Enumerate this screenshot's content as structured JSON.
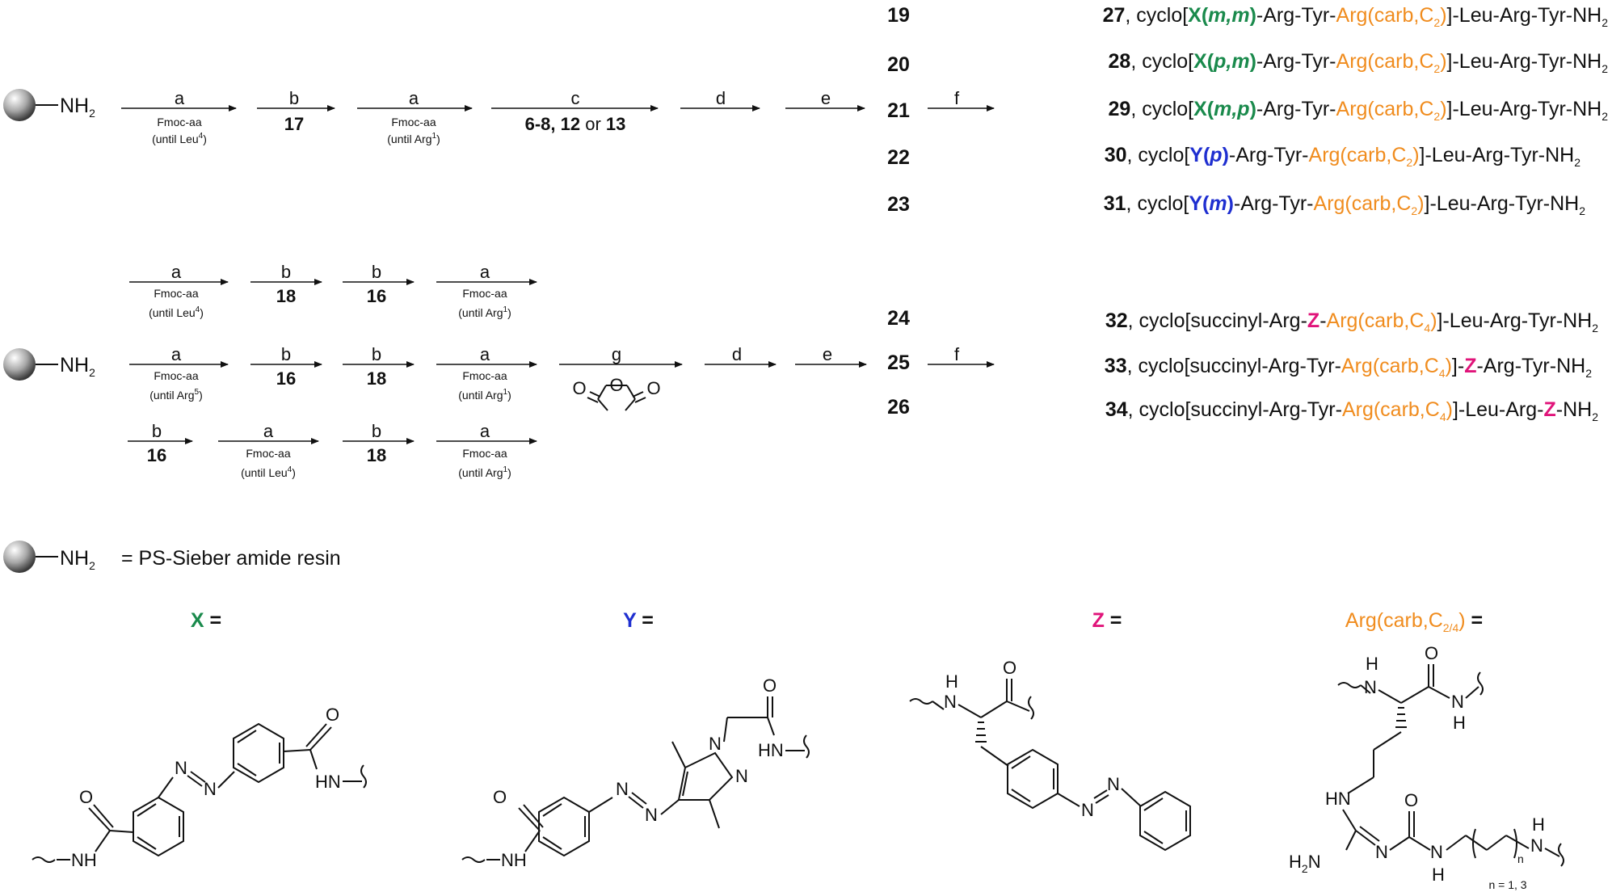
{
  "colors": {
    "green": "#1a8a4c",
    "blue": "#1f2fd0",
    "magenta": "#e0147a",
    "orange": "#f08c1e",
    "black": "#111111"
  },
  "resin": {
    "nh2": "NH",
    "nh2_sub": "2",
    "legend": "= PS-Sieber amide resin"
  },
  "top_row": {
    "arrows": [
      {
        "top": "a",
        "bottom": "Fmoc-aa",
        "note": "(until Leu",
        "note_sup": "4",
        "note_end": ")"
      },
      {
        "top": "b",
        "bottom": "17"
      },
      {
        "top": "a",
        "bottom": "Fmoc-aa",
        "note": "(until Arg",
        "note_sup": "1",
        "note_end": ")"
      },
      {
        "top": "c",
        "b1": "6-8, 12",
        "b2": " or ",
        "b3": "13"
      },
      {
        "top": "d"
      },
      {
        "top": "e"
      },
      {
        "top": "f"
      }
    ],
    "intermediates": [
      "19",
      "20",
      "21",
      "22",
      "23"
    ],
    "products": [
      {
        "num": "27",
        "mod": "X(",
        "mod_it": "m,m",
        "mod_end": ")"
      },
      {
        "num": "28",
        "mod": "X(",
        "mod_it": "p,m",
        "mod_end": ")"
      },
      {
        "num": "29",
        "mod": "X(",
        "mod_it": "m,p",
        "mod_end": ")"
      },
      {
        "num": "30",
        "mod": "Y(",
        "mod_it": "p",
        "mod_end": ")"
      },
      {
        "num": "31",
        "mod": "Y(",
        "mod_it": "m",
        "mod_end": ")"
      }
    ]
  },
  "bottom_rows": {
    "row1": [
      {
        "top": "a",
        "bottom": "Fmoc-aa",
        "note": "(until Leu",
        "note_sup": "4",
        "note_end": ")"
      },
      {
        "top": "b",
        "bottom": "18"
      },
      {
        "top": "b",
        "bottom": "16"
      },
      {
        "top": "a",
        "bottom": "Fmoc-aa",
        "note": "(until Arg",
        "note_sup": "1",
        "note_end": ")"
      }
    ],
    "row2": [
      {
        "top": "a",
        "bottom": "Fmoc-aa",
        "note": "(until Arg",
        "note_sup": "5",
        "note_end": ")"
      },
      {
        "top": "b",
        "bottom": "16"
      },
      {
        "top": "b",
        "bottom": "18"
      },
      {
        "top": "a",
        "bottom": "Fmoc-aa",
        "note": "(until Arg",
        "note_sup": "1",
        "note_end": ")"
      },
      {
        "top": "g"
      },
      {
        "top": "d"
      },
      {
        "top": "e"
      },
      {
        "top": "f"
      }
    ],
    "row3": [
      {
        "top": "b",
        "bottom": "16"
      },
      {
        "top": "a",
        "bottom": "Fmoc-aa",
        "note": "(until Leu",
        "note_sup": "4",
        "note_end": ")"
      },
      {
        "top": "b",
        "bottom": "18"
      },
      {
        "top": "a",
        "bottom": "Fmoc-aa",
        "note": "(until Arg",
        "note_sup": "1",
        "note_end": ")"
      }
    ],
    "intermediates": [
      "24",
      "25",
      "26"
    ],
    "products": [
      {
        "num": "32",
        "p1": ", cyclo[succinyl-Arg-",
        "z": "Z",
        "p2": "-",
        "arg": "Arg(carb,C",
        "arg_sub": "4",
        "arg_end": ")",
        "p3": "]-Leu-Arg-Tyr-NH",
        "p3_sub": "2"
      },
      {
        "num": "33",
        "p1": ", cyclo[succinyl-Arg-Tyr-",
        "arg": "Arg(carb,C",
        "arg_sub": "4",
        "arg_end": ")",
        "p2": "]-",
        "z": "Z",
        "p3": "-Arg-Tyr-NH",
        "p3_sub": "2"
      },
      {
        "num": "34",
        "p1": ", cyclo[succinyl-Arg-Tyr-",
        "arg": "Arg(carb,C",
        "arg_sub": "4",
        "arg_end": ")",
        "p2": "]-Leu-Arg-",
        "z": "Z",
        "p3": "-NH",
        "p3_sub": "2"
      }
    ]
  },
  "sequence_parts": {
    "cyclo": ", cyclo[",
    "mid": "-Arg-Tyr-",
    "arg": "Arg(carb,C",
    "arg_sub": "2",
    "arg_end": ")",
    "tail": "]-Leu-Arg-Tyr-NH",
    "tail_sub": "2"
  },
  "structures": {
    "x_title": "X",
    "y_title": "Y",
    "z_title": "Z",
    "eq": " =",
    "arg_title": "Arg(carb,C",
    "arg_title_sub": "2/4",
    "arg_title_end": ")",
    "n_note": "n = 1, 3",
    "atoms": {
      "O": "O",
      "N": "N",
      "NH": "NH",
      "HN": "HN",
      "H": "H",
      "H2N": "H",
      "H2N_sub": "2",
      "H2N_end": "N",
      "n": "n"
    }
  }
}
